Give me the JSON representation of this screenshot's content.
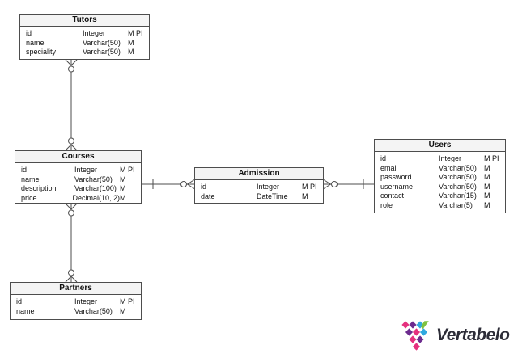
{
  "diagram": {
    "entities": [
      {
        "name": "Tutors",
        "columns": [
          {
            "name": "id",
            "type": "Integer",
            "flags": "M PI"
          },
          {
            "name": "name",
            "type": "Varchar(50)",
            "flags": "M"
          },
          {
            "name": "speciality",
            "type": "Varchar(50)",
            "flags": "M"
          }
        ]
      },
      {
        "name": "Courses",
        "columns": [
          {
            "name": "id",
            "type": "Integer",
            "flags": "M PI"
          },
          {
            "name": "name",
            "type": "Varchar(50)",
            "flags": "M"
          },
          {
            "name": "description",
            "type": "Varchar(100)",
            "flags": "M"
          },
          {
            "name": "price",
            "type": "Decimal(10, 2)",
            "flags": "M"
          }
        ]
      },
      {
        "name": "Partners",
        "columns": [
          {
            "name": "id",
            "type": "Integer",
            "flags": "M PI"
          },
          {
            "name": "name",
            "type": "Varchar(50)",
            "flags": "M"
          }
        ]
      },
      {
        "name": "Admission",
        "columns": [
          {
            "name": "id",
            "type": "Integer",
            "flags": "M PI"
          },
          {
            "name": "date",
            "type": "DateTime",
            "flags": "M"
          }
        ]
      },
      {
        "name": "Users",
        "columns": [
          {
            "name": "id",
            "type": "Integer",
            "flags": "M PI"
          },
          {
            "name": "email",
            "type": "Varchar(50)",
            "flags": "M"
          },
          {
            "name": "password",
            "type": "Varchar(50)",
            "flags": "M"
          },
          {
            "name": "username",
            "type": "Varchar(50)",
            "flags": "M"
          },
          {
            "name": "contact",
            "type": "Varchar(15)",
            "flags": "M"
          },
          {
            "name": "role",
            "type": "Varchar(5)",
            "flags": "M"
          }
        ]
      }
    ],
    "relationships": [
      {
        "from": "Tutors",
        "to": "Courses",
        "from_cardinality": "0..*",
        "to_cardinality": "0..*"
      },
      {
        "from": "Courses",
        "to": "Partners",
        "from_cardinality": "0..*",
        "to_cardinality": "0..*"
      },
      {
        "from": "Courses",
        "to": "Admission",
        "from_cardinality": "1",
        "to_cardinality": "0..*"
      },
      {
        "from": "Users",
        "to": "Admission",
        "from_cardinality": "1",
        "to_cardinality": "0..*"
      }
    ]
  },
  "branding": {
    "logo_text": "Vertabelo",
    "colors": {
      "pink": "#e5307e",
      "purple": "#6c2b8e",
      "blue": "#30a9e0",
      "green": "#7fc241",
      "text": "#2d2d38"
    }
  },
  "canvas": {
    "background": "#ffffff",
    "line_color": "#4d4d4d",
    "header_fill": "#f4f4f4"
  }
}
